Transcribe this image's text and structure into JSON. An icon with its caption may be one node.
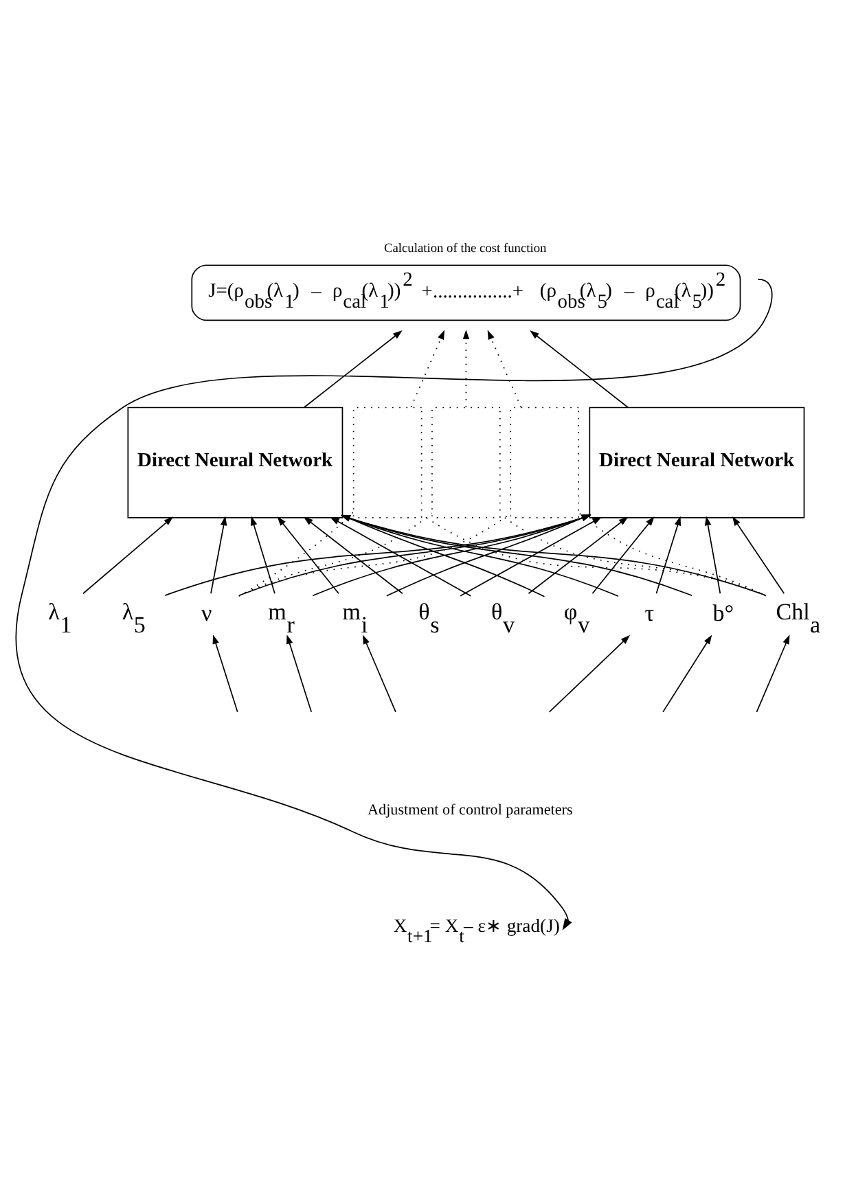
{
  "diagram": {
    "nodes": [
      {
        "text": [
          "Calculation of the cost function",
          "J=(ρ$_{obs}$(λ$_{1}$) – ρ$_{cal}$(λ$_{1}$))$^{2}$ +................+ (ρ$_{obs}$(λ$_{5}$) – ρ$_{cal}$(λ$_{5}$))$^{2}$"
        ]
      },
      {
        "text": [
          "Direct Neural Network"
        ]
      },
      {
        "text": [],
        "shape": "box"
      },
      {
        "text": [],
        "shape": "box"
      },
      {
        "text": [],
        "shape": "box"
      },
      {
        "text": [
          "Direct Neural Network"
        ]
      },
      {
        "text": [
          "λ$_{1}$"
        ]
      },
      {
        "text": [
          "λ$_{5}$"
        ]
      },
      {
        "text": [
          "ν"
        ]
      },
      {
        "text": [
          "m$_{r}$"
        ]
      },
      {
        "text": [
          "m$_{i}$"
        ]
      },
      {
        "text": [
          "θ$_{s}$"
        ]
      },
      {
        "text": [
          "θ$_{v}$"
        ]
      },
      {
        "text": [
          "φ$_{v}$"
        ]
      },
      {
        "text": [
          "τ"
        ]
      },
      {
        "text": [
          "b°"
        ]
      },
      {
        "text": [
          "Chl$_{a}$"
        ]
      },
      {
        "text": [
          "X$_{t+1}$= X$_{t}$– ε∗ grad(J)"
        ]
      }
    ],
    "edges": [
      {
        "from": 1,
        "to": 0,
        "arrow": "to"
      },
      {
        "from": 2,
        "to": 0,
        "arrow": "to",
        "style": "dashed"
      },
      {
        "from": 3,
        "to": 0,
        "arrow": "to",
        "style": "dashed"
      },
      {
        "from": 4,
        "to": 0,
        "arrow": "to",
        "style": "dashed"
      },
      {
        "from": 5,
        "to": 0,
        "arrow": "to"
      },
      {
        "from": 6,
        "to": 1,
        "arrow": "to"
      },
      {
        "from": 7,
        "to": 5,
        "arrow": "to"
      },
      {
        "from": 8,
        "to": 1,
        "arrow": "to"
      },
      {
        "from": 9,
        "to": 1,
        "arrow": "to"
      },
      {
        "from": 10,
        "to": 1,
        "arrow": "to"
      },
      {
        "from": 11,
        "to": 1,
        "arrow": "to"
      },
      {
        "from": 12,
        "to": 1,
        "arrow": "to"
      },
      {
        "from": 13,
        "to": 1,
        "arrow": "to"
      },
      {
        "from": 14,
        "to": 1,
        "arrow": "to"
      },
      {
        "from": 15,
        "to": 1,
        "arrow": "to"
      },
      {
        "from": 16,
        "to": 1,
        "arrow": "to"
      },
      {
        "from": 8,
        "to": 5,
        "arrow": "to"
      },
      {
        "from": 9,
        "to": 5,
        "arrow": "to"
      },
      {
        "from": 10,
        "to": 5,
        "arrow": "to"
      },
      {
        "from": 11,
        "to": 5,
        "arrow": "to"
      },
      {
        "from": 12,
        "to": 5,
        "arrow": "to"
      },
      {
        "from": 13,
        "to": 5,
        "arrow": "to"
      },
      {
        "from": 14,
        "to": 5,
        "arrow": "to"
      },
      {
        "from": 15,
        "to": 5,
        "arrow": "to"
      },
      {
        "from": 16,
        "to": 5,
        "arrow": "to"
      },
      {
        "from": 8,
        "to": 2,
        "arrow": "none",
        "style": "dashed"
      },
      {
        "from": 8,
        "to": 3,
        "arrow": "none",
        "style": "dashed"
      },
      {
        "from": 8,
        "to": 4,
        "arrow": "none",
        "style": "dashed"
      },
      {
        "from": 16,
        "to": 2,
        "arrow": "none",
        "style": "dashed"
      },
      {
        "from": 16,
        "to": 3,
        "arrow": "none",
        "style": "dashed"
      },
      {
        "from": 16,
        "to": 4,
        "arrow": "none",
        "style": "dashed"
      },
      {
        "from": null,
        "to": 8,
        "arrow": "to"
      },
      {
        "from": null,
        "to": 9,
        "arrow": "to"
      },
      {
        "from": null,
        "to": 10,
        "arrow": "to"
      },
      {
        "from": null,
        "to": 14,
        "arrow": "to"
      },
      {
        "from": null,
        "to": 15,
        "arrow": "to"
      },
      {
        "from": null,
        "to": 16,
        "arrow": "to"
      },
      {
        "from": 0,
        "to": 17,
        "arrow": "to"
      }
    ],
    "labels": [
      "Adjustment of control parameters"
    ]
  }
}
